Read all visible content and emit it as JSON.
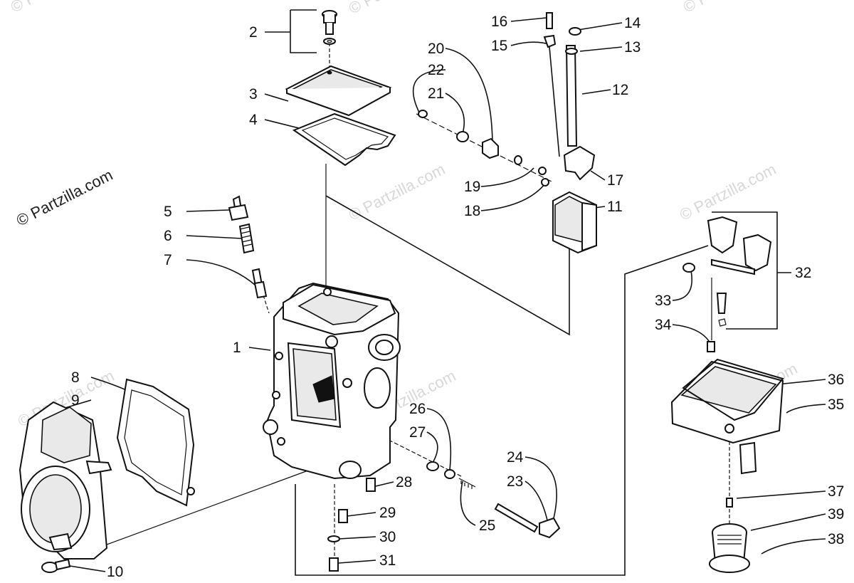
{
  "watermark": {
    "main": "© Partzilla.com",
    "faint": "© Partzilla.com"
  },
  "callouts": [
    "1",
    "2",
    "3",
    "4",
    "5",
    "6",
    "7",
    "8",
    "9",
    "10",
    "11",
    "12",
    "13",
    "14",
    "15",
    "16",
    "17",
    "18",
    "19",
    "20",
    "21",
    "22",
    "23",
    "24",
    "25",
    "26",
    "27",
    "28",
    "29",
    "30",
    "31",
    "32",
    "33",
    "34",
    "35",
    "36",
    "37",
    "38",
    "39"
  ]
}
